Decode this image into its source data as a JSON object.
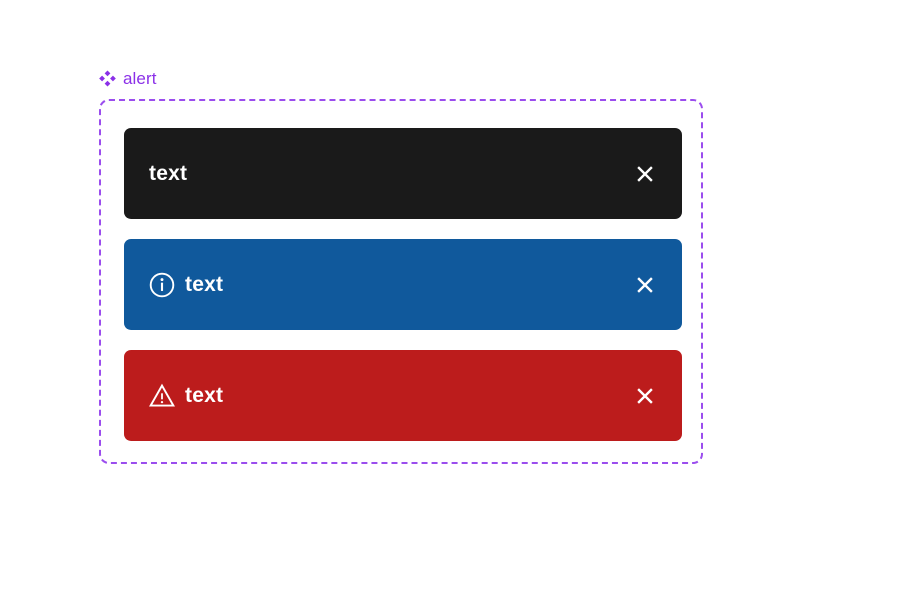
{
  "component": {
    "label": "alert",
    "icon": "diamond-cluster-icon",
    "accent_color": "#8B30E8",
    "frame_border_color": "#9B4DEE"
  },
  "alerts": [
    {
      "variant": "dark",
      "text": "text",
      "leading_icon": null,
      "close_icon": "close-icon",
      "background": "#1A1A1A",
      "foreground": "#FFFFFF"
    },
    {
      "variant": "info",
      "text": "text",
      "leading_icon": "info-circle-icon",
      "close_icon": "close-icon",
      "background": "#10599C",
      "foreground": "#FFFFFF"
    },
    {
      "variant": "error",
      "text": "text",
      "leading_icon": "warning-triangle-icon",
      "close_icon": "close-icon",
      "background": "#BC1C1C",
      "foreground": "#FFFFFF"
    }
  ]
}
